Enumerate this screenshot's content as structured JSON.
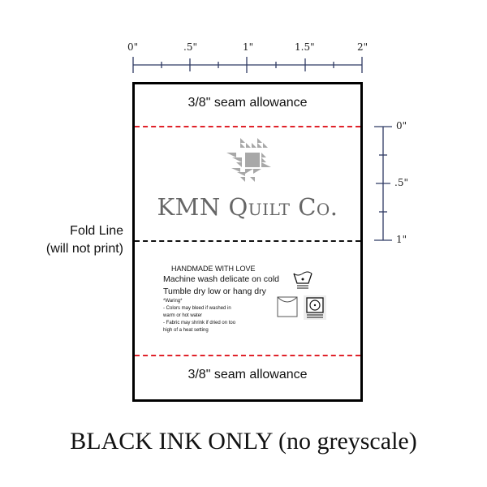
{
  "ruler_top": {
    "ticks": [
      "0\"",
      ".5\"",
      "1\"",
      "1.5\"",
      "2\""
    ]
  },
  "ruler_side": {
    "ticks": [
      "0\"",
      ".5\"",
      "1\""
    ]
  },
  "label": {
    "seam_top": "3/8\" seam allowance",
    "seam_bottom": "3/8\" seam allowance",
    "brand": "KMN Quilt Co.",
    "care": {
      "heading": "HANDMADE WITH LOVE",
      "line1": "Machine wash delicate on cold",
      "line2": "Tumble dry low or hang dry",
      "warning_title": "*Waring*",
      "warning1": "- Colors may bleed if washed in",
      "warning1b": "warm or hot water",
      "warning2": "- Fabric may shrink if dried on too",
      "warning2b": "high of a heat setting"
    },
    "icons": [
      "wash-delicate-icon",
      "hang-dry-icon",
      "tumble-dry-low-icon"
    ]
  },
  "fold": {
    "line1": "Fold Line",
    "line2": "(will not print)"
  },
  "footer": "BLACK INK ONLY (no greyscale)",
  "colors": {
    "seam": "#e0222a",
    "ruler": "#2f3a63",
    "logo": "#a8a8a8"
  }
}
